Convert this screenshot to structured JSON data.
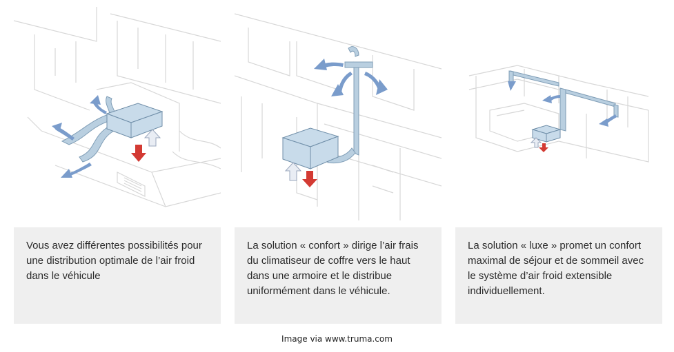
{
  "panels": [
    {
      "caption": "Vous avez différentes possibilités pour une distribution optimale de l’air froid dans le véhicule",
      "illustration": "roof-ac-bench-distribution"
    },
    {
      "caption": "La solution « confort » dirige l’air frais du climatiseur de coffre vers le haut dans une armoire et le distribue uniformément dans le véhicule.",
      "illustration": "roof-ac-wardrobe-distribution"
    },
    {
      "caption": "La solution « luxe » promet un confort maximal de séjour et de sommeil avec le système d’air froid extensible individuellement.",
      "illustration": "roof-ac-extensible-system"
    }
  ],
  "credit": "Image via www.truma.com",
  "colors": {
    "caption_bg": "#efefef",
    "duct_blue": "#b9cfe0",
    "arrow_blue": "#7a9ccb",
    "arrow_red": "#d33a33"
  }
}
